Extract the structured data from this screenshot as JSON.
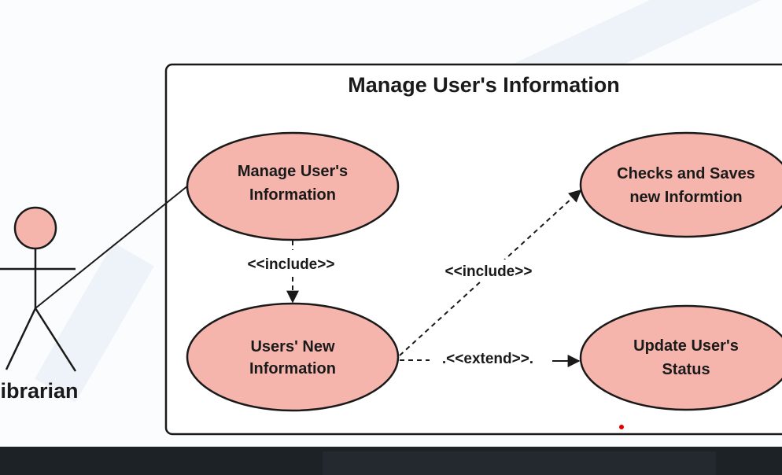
{
  "diagram": {
    "system_title": "Manage User's  Information",
    "actor_label": "ibrarian",
    "use_cases": {
      "manage": {
        "line1": "Manage User's",
        "line2": "Information"
      },
      "new_info": {
        "line1": "Users' New",
        "line2": "Information"
      },
      "checks": {
        "line1": "Checks and Saves",
        "line2": "new Informtion"
      },
      "update": {
        "line1": "Update User's",
        "line2": "Status"
      }
    },
    "relations": {
      "include_1": "<<include>>",
      "include_2": "<<include>>",
      "extend": ".<<extend>>."
    }
  },
  "colors": {
    "use_case_fill": "#f5b5ad",
    "actor_head_fill": "#f5b5ad",
    "stroke": "#1a1a1a",
    "bottom_bar": "#1d2227",
    "marker_dot": "#e00000"
  }
}
